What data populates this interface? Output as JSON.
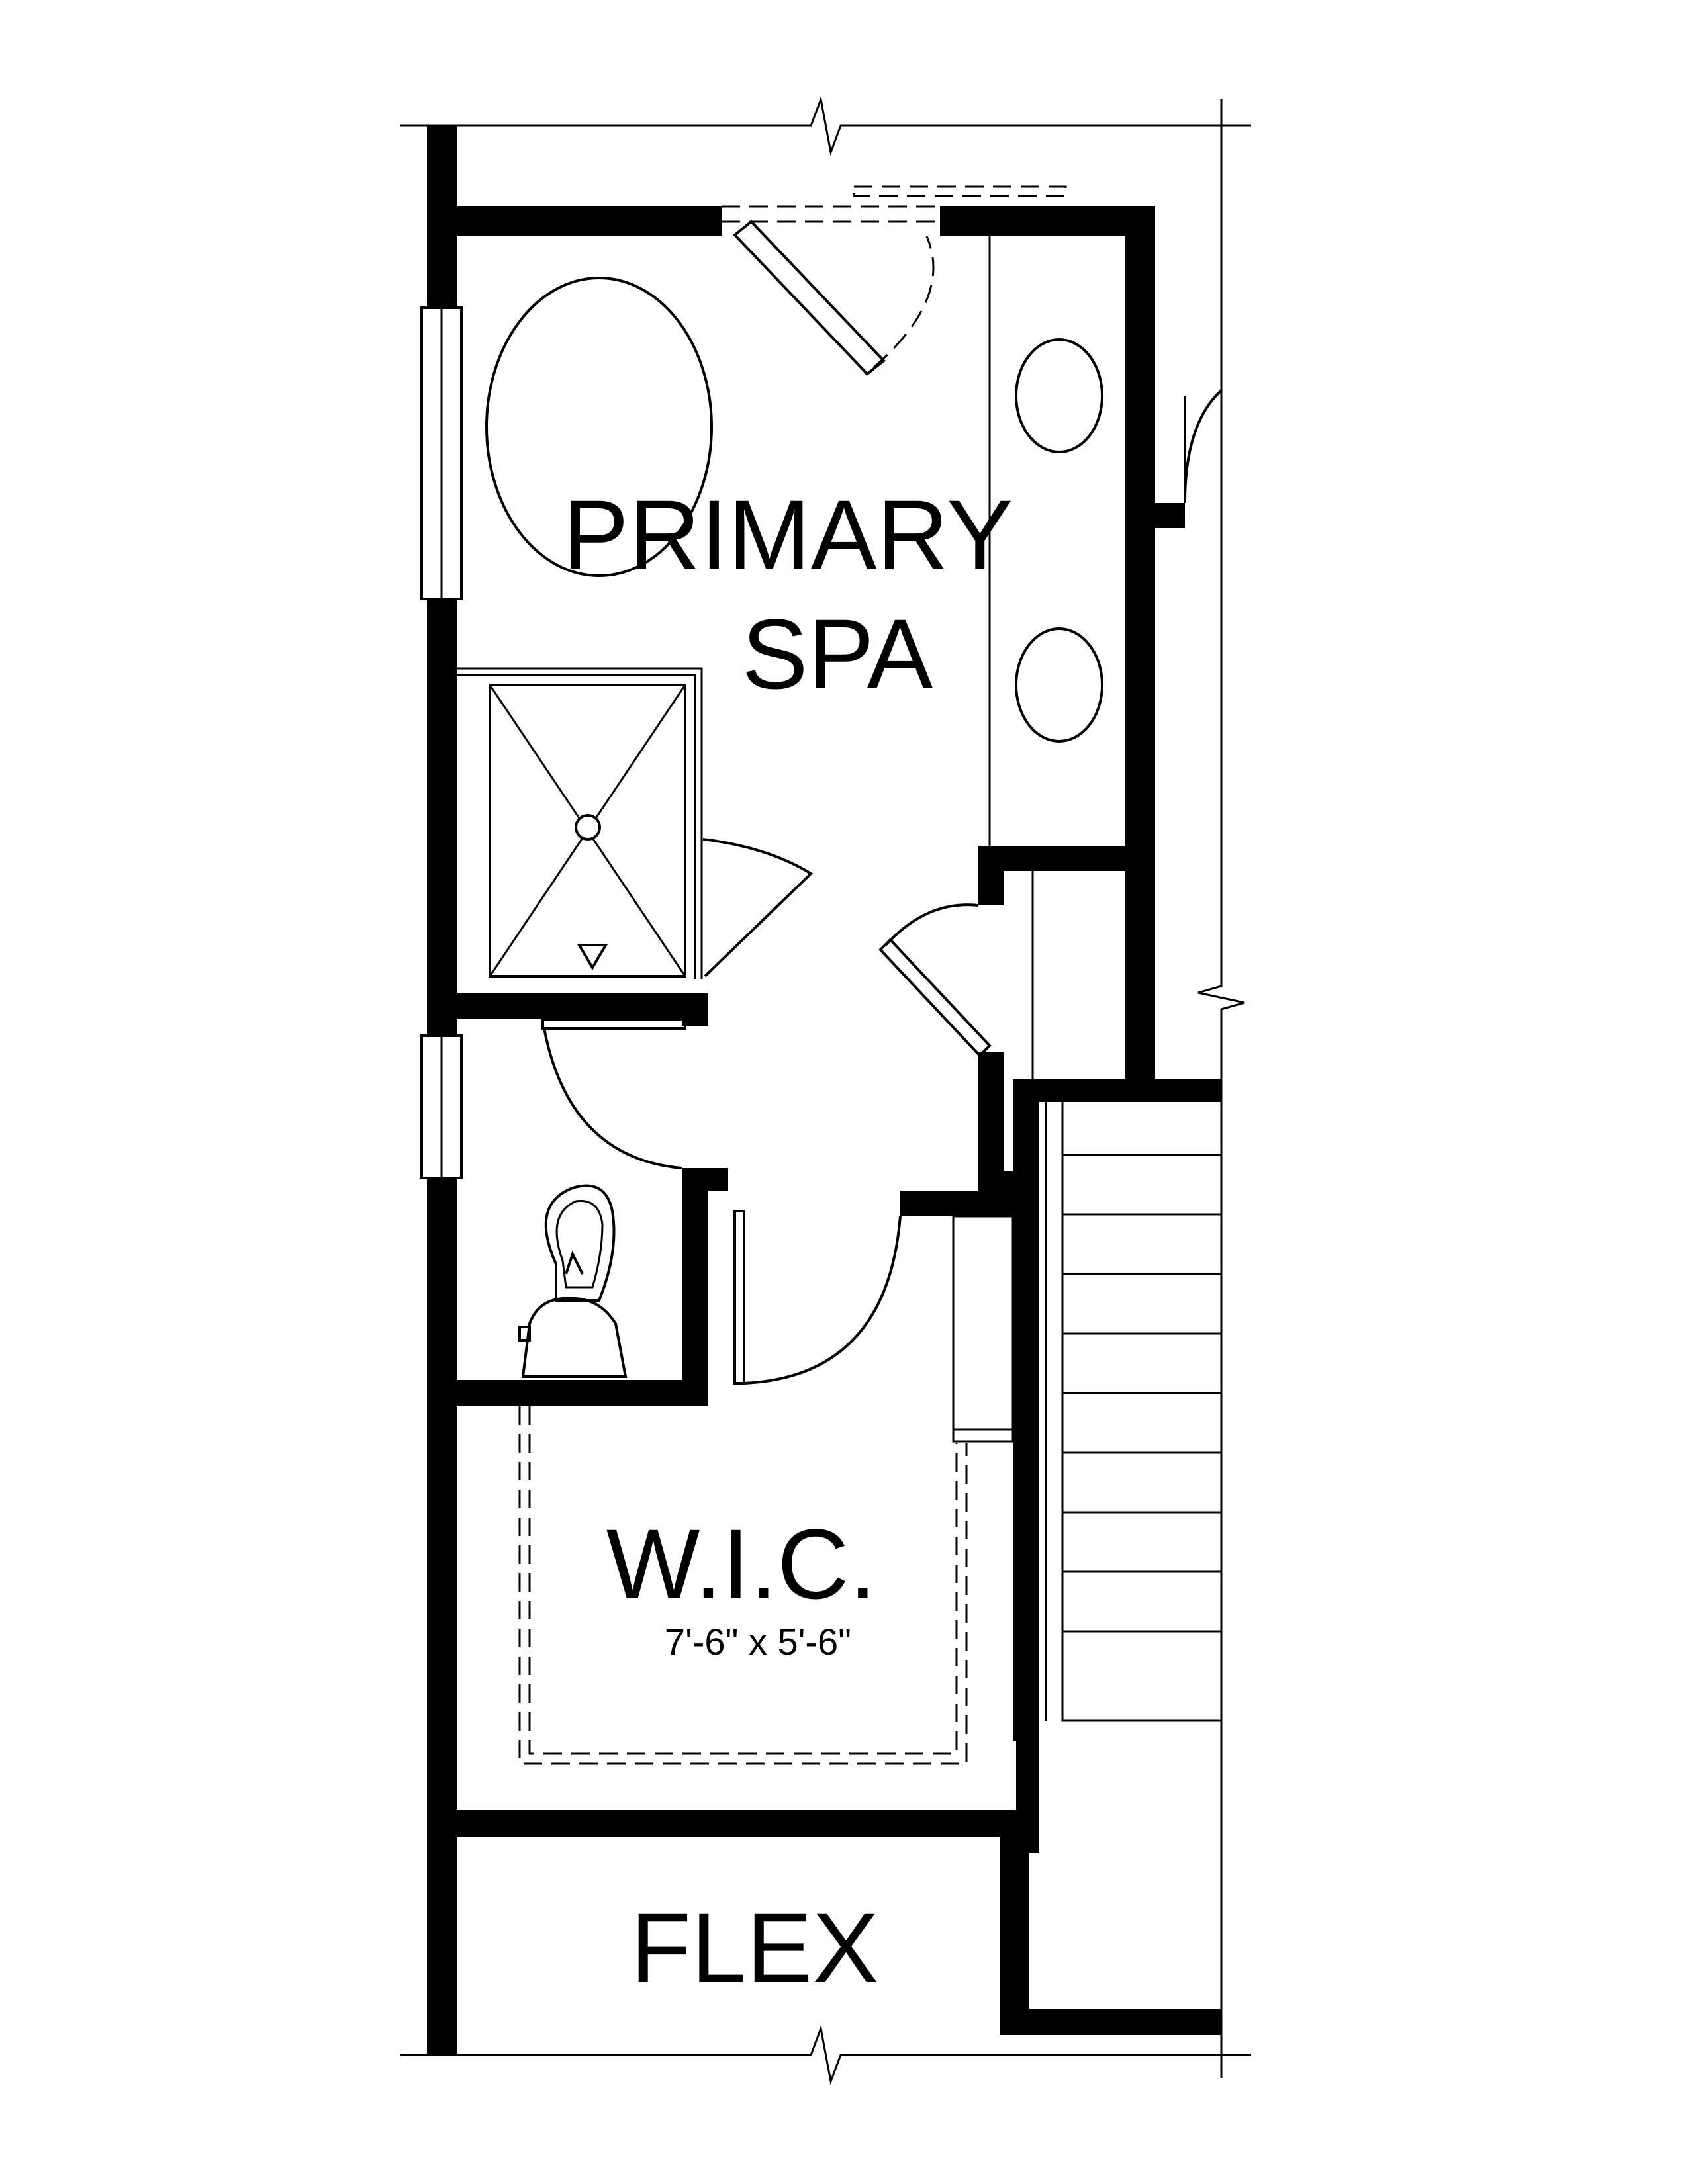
{
  "rooms": {
    "primary_spa": {
      "line1": "PRIMARY",
      "line2": "SPA"
    },
    "wic": {
      "name": "W.I.C.",
      "size": "7'-6\" x 5'-6\""
    },
    "flex": {
      "name": "FLEX"
    }
  },
  "colors": {
    "wall": "#000000",
    "background": "#ffffff"
  },
  "icons": [
    "tub-icon",
    "shower-icon",
    "toilet-icon",
    "sink-icon",
    "door-swing-icon",
    "stair-icon",
    "window-icon"
  ]
}
